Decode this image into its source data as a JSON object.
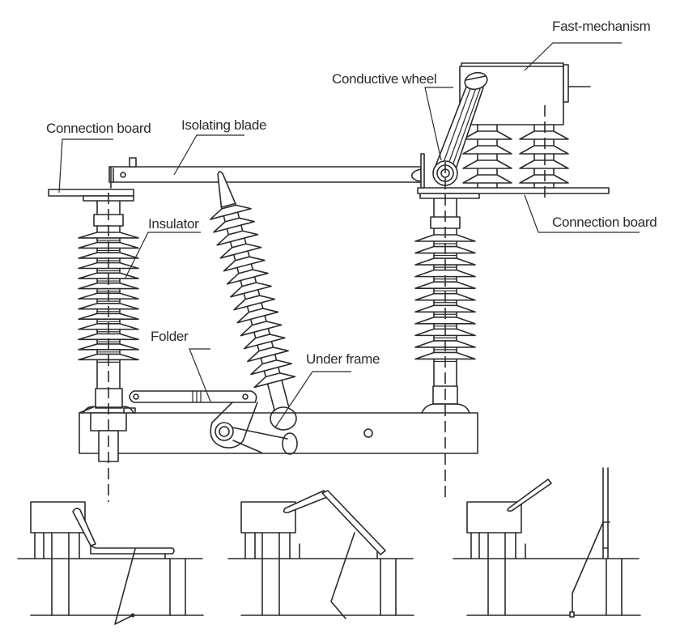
{
  "diagram": {
    "title": "Isolating switch structure",
    "labels": {
      "fast_mechanism": "Fast-mechanism",
      "conductive_wheel": "Conductive wheel",
      "isolating_blade": "Isolating blade",
      "connection_board_left": "Connection board",
      "connection_board_right": "Connection board",
      "insulator": "Insulator",
      "folder": "Folder",
      "under_frame": "Under frame"
    },
    "sequence_views": [
      {
        "state": "closed"
      },
      {
        "state": "opening"
      },
      {
        "state": "open"
      }
    ],
    "colors": {
      "line": "#2b2b2b",
      "background": "#ffffff"
    }
  }
}
